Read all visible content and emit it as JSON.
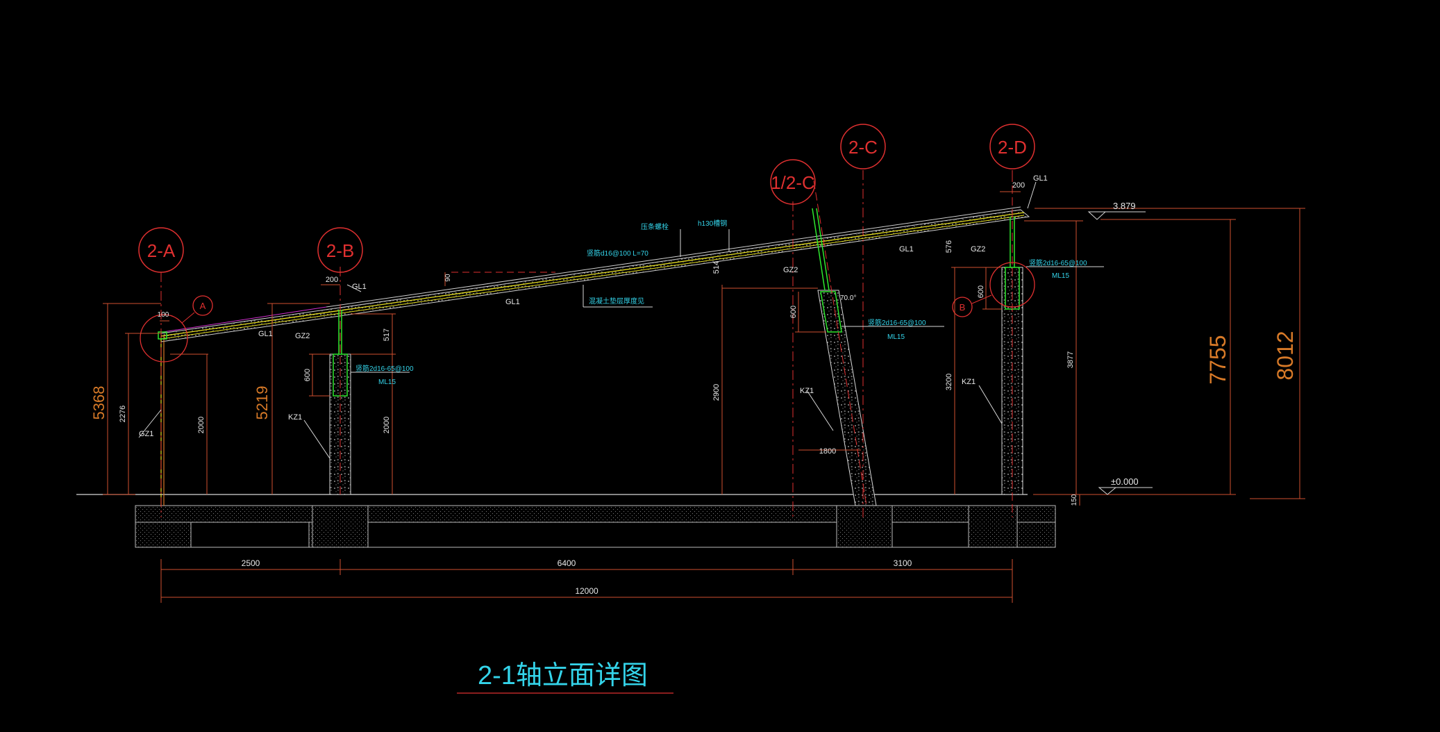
{
  "title": "2-1轴立面详图",
  "axes": {
    "a": "2-A",
    "b": "2-B",
    "c_half": "1/2-C",
    "c": "2-C",
    "d": "2-D"
  },
  "detail_markers": {
    "a": "A",
    "b": "B"
  },
  "levels": {
    "top": "3.879",
    "ground": "±0.000"
  },
  "big_dims": {
    "left_height_a": "5368",
    "left_height_b": "5219",
    "right_height_1": "7755",
    "right_height_2": "8012"
  },
  "dims": {
    "h2276": "2276",
    "h2000a": "2000",
    "h2000b": "2000",
    "h2900": "2900",
    "h3200": "3200",
    "h3877": "3877",
    "h517": "517",
    "h514": "514",
    "h576": "576",
    "h600a": "600",
    "h600b": "600",
    "h600c": "600",
    "h150": "150",
    "h90": "90",
    "w100": "100",
    "w200a": "200",
    "w200b": "200",
    "w1800": "1800",
    "span1": "2500",
    "span2": "6400",
    "span3": "3100",
    "total": "12000"
  },
  "labels": {
    "gz1": "GZ1",
    "gz2_b": "GZ2",
    "gz2_c": "GZ2",
    "gz2_d": "GZ2",
    "gl1_a": "GL1",
    "gl1_b": "GL1",
    "gl1_mid": "GL1",
    "gl1_right": "GL1",
    "gl1_top": "GL1",
    "kz1_b": "KZ1",
    "kz1_c": "KZ1",
    "kz1_d": "KZ1",
    "ml15_b": "ML15",
    "ml15_c": "ML15",
    "ml15_d": "ML15",
    "anchor_b": "竖筋2d16-65@100",
    "anchor_c": "竖筋2d16-65@100",
    "anchor_d": "竖筋2d16-65@100",
    "rebar_top": "竖筋d16@100 L=70",
    "roof_note1": "压条螺栓",
    "roof_note2": "h130槽钢",
    "slab_note": "混凝土垫层厚度见",
    "angle": "70.0°"
  },
  "colors": {
    "red": "#e03030",
    "cyan": "#34d4ea",
    "green": "#2ee82e",
    "yellow": "#e8e020",
    "white": "#d8d8d8",
    "orange": "#d87a28"
  }
}
